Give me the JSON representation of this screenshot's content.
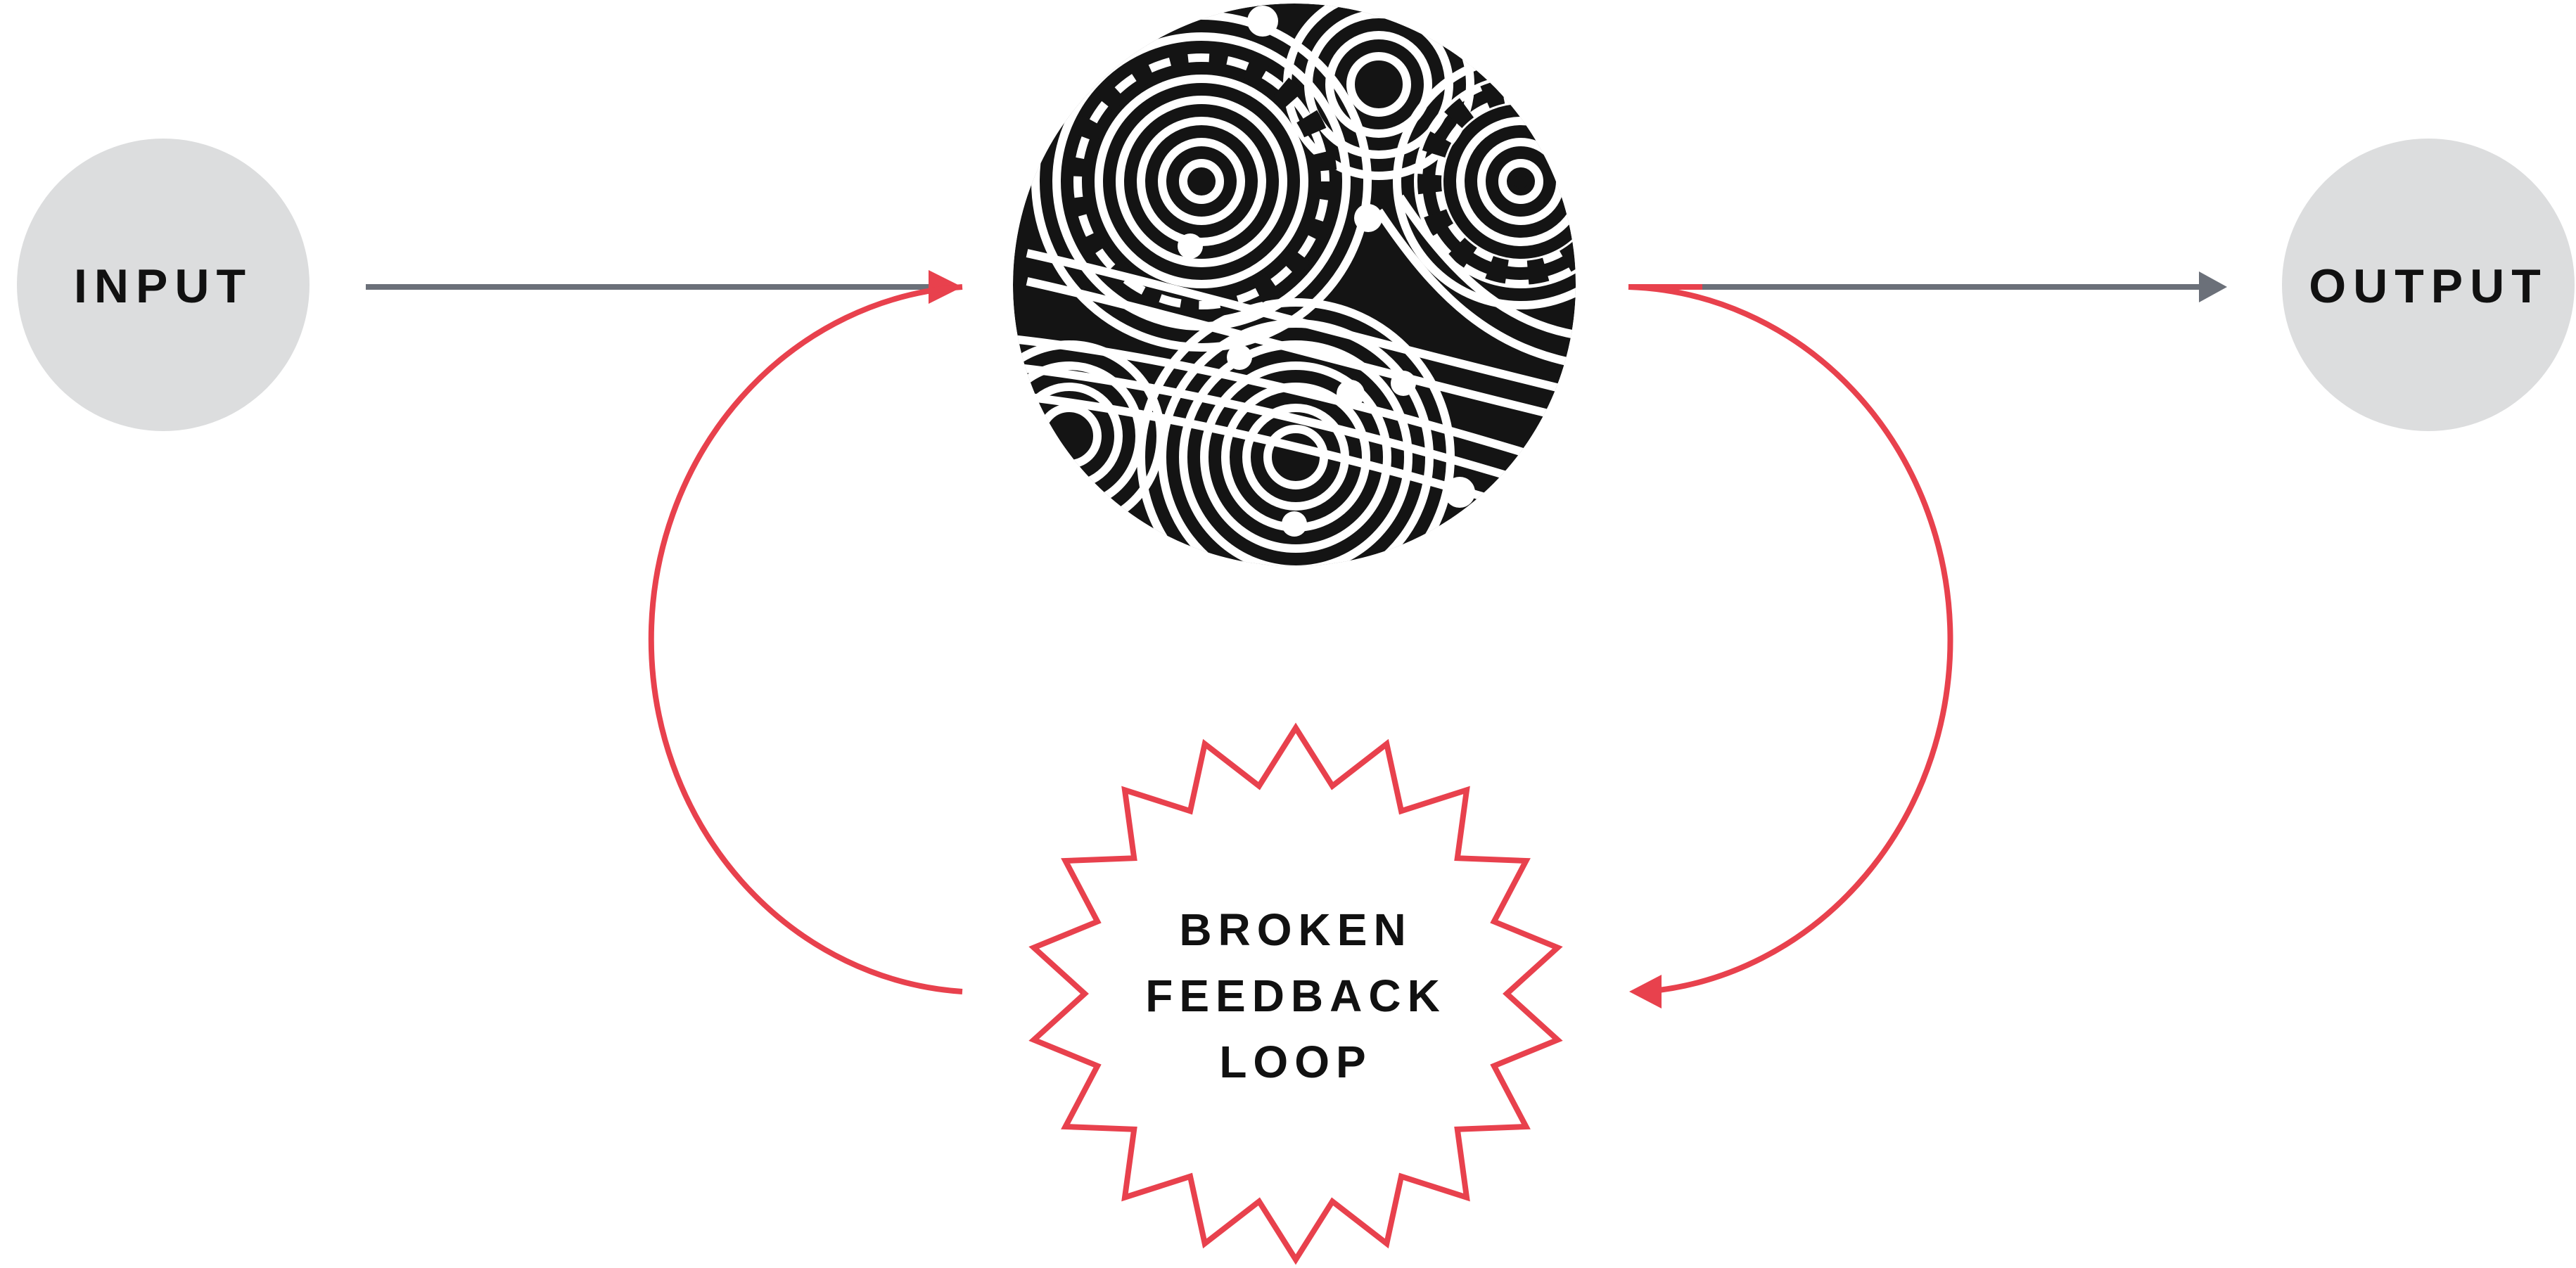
{
  "diagram": {
    "input_label": "INPUT",
    "output_label": "OUTPUT",
    "feedback_line1": "BROKEN",
    "feedback_line2": "FEEDBACK",
    "feedback_line3": "LOOP"
  },
  "colors": {
    "node_fill": "#dcddde",
    "flow_arrow": "#6b7079",
    "feedback": "#e8414d",
    "ink": "#111111"
  },
  "icons": {
    "process": "tangled-spirals-gears-icon"
  }
}
